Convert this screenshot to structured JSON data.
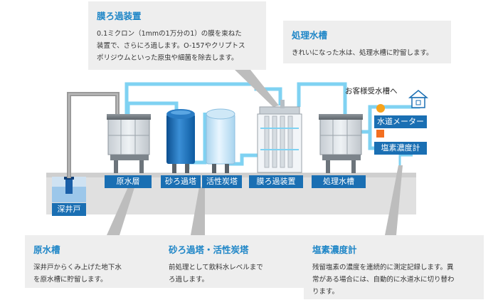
{
  "callouts": {
    "membrane": {
      "title": "膜ろ過装置",
      "lines": [
        "0.1ミクロン（1mmの1万分の1）の膜を束ねた",
        "装置で、さらにろ過します。O-157やクリプトス",
        "ポリジウムといった原虫や細菌を除去します。"
      ]
    },
    "treated": {
      "title": "処理水槽",
      "lines": [
        "きれいになった水は、処理水槽に貯留します。"
      ]
    },
    "rawwater": {
      "title": "原水槽",
      "lines": [
        "深井戸からくみ上げた地下水",
        "を原水槽に貯留します。"
      ]
    },
    "sand": {
      "title": "砂ろ過塔・活性炭塔",
      "lines": [
        "前処理として飲料水レベルまで",
        "ろ過します。"
      ]
    },
    "chlorine": {
      "title": "塩素濃度計",
      "lines": [
        "残留塩素の濃度を連続的に測定記録します。異",
        "常がある場合には、自動的に水道水に切り替わ",
        "ります。"
      ]
    }
  },
  "labels": {
    "well": "深井戸",
    "raw_tank": "原水層",
    "sand_filter": "砂ろ過塔",
    "carbon_tower": "活性炭塔",
    "membrane_unit": "膜ろ過装置",
    "treated_tank": "処理水槽",
    "water_meter": "水道メーター",
    "chlorine_meter": "塩素濃度計",
    "customer_tank": "お客様受水槽へ"
  },
  "colors": {
    "pipe": "#7fd2f2",
    "pipe_gray": "#9a9a9a",
    "label_bg": "#1a6fb3",
    "title": "#1f86c7",
    "callout_bg": "#eeeeee",
    "base": "#dcdcdc",
    "orange": "#f7a21b"
  }
}
